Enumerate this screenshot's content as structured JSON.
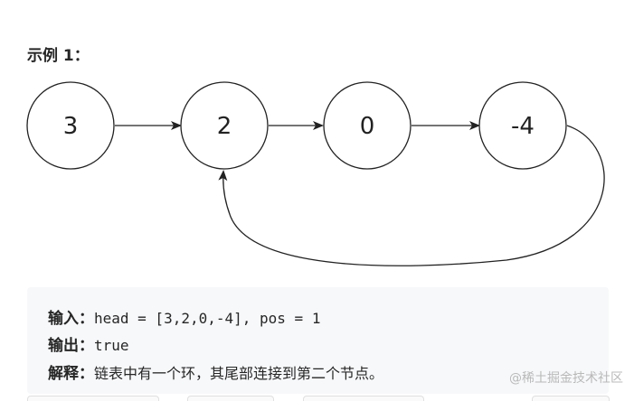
{
  "example": {
    "title": "示例 1："
  },
  "diagram": {
    "nodes": [
      "3",
      "2",
      "0",
      "-4"
    ],
    "edge_color": "#222222",
    "node_border_color": "#222222"
  },
  "code": {
    "input_label": "输入：",
    "input_value": "head = [3,2,0,-4], pos = 1",
    "output_label": "输出：",
    "output_value": "true",
    "explain_label": "解释：",
    "explain_value": "链表中有一个环，其尾部连接到第二个节点。"
  },
  "watermark": "@稀土掘金技术社区"
}
